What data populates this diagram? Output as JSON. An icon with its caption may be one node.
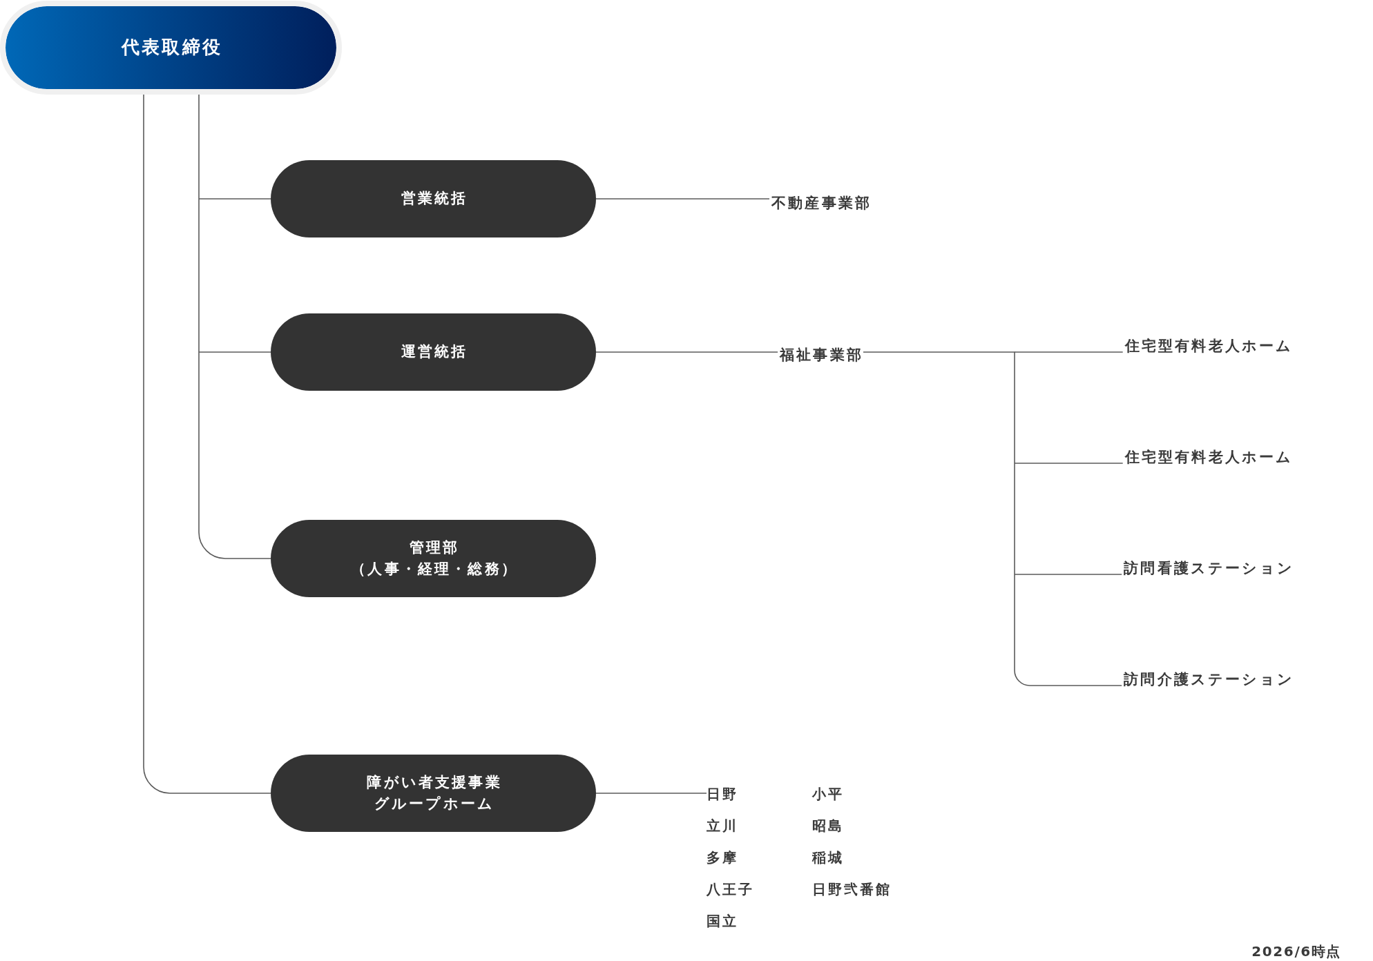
{
  "diagram": {
    "nodes": [
      {
        "text": [
          "代表取締役"
        ]
      },
      {
        "text": [
          "営業統括"
        ]
      },
      {
        "text": [
          "不動産事業部"
        ]
      },
      {
        "text": [
          "運営統括"
        ]
      },
      {
        "text": [
          "福祉事業部"
        ]
      },
      {
        "text": [
          "住宅型有料老人ホーム"
        ]
      },
      {
        "text": [
          "住宅型有料老人ホーム"
        ]
      },
      {
        "text": [
          "訪問看護ステーション"
        ]
      },
      {
        "text": [
          "訪問介護ステーション"
        ]
      },
      {
        "text": [
          "管理部",
          "（人事・経理・総務）"
        ]
      },
      {
        "text": [
          "障がい者支援事業",
          "グループホーム"
        ]
      },
      {
        "text": [
          "日野",
          "小平",
          "立川",
          "昭島",
          "多摩",
          "稲城",
          "八王子",
          "日野弐番館",
          "国立"
        ]
      }
    ],
    "edges": [
      {
        "from": 0,
        "to": 1,
        "arrow": "none"
      },
      {
        "from": 0,
        "to": 3,
        "arrow": "none"
      },
      {
        "from": 0,
        "to": 9,
        "arrow": "none"
      },
      {
        "from": 0,
        "to": 10,
        "arrow": "none"
      },
      {
        "from": 1,
        "to": 2,
        "arrow": "none"
      },
      {
        "from": 3,
        "to": 4,
        "arrow": "none"
      },
      {
        "from": 4,
        "to": 5,
        "arrow": "none"
      },
      {
        "from": 4,
        "to": 6,
        "arrow": "none"
      },
      {
        "from": 4,
        "to": 7,
        "arrow": "none"
      },
      {
        "from": 4,
        "to": 8,
        "arrow": "none"
      },
      {
        "from": 10,
        "to": 11,
        "arrow": "none"
      }
    ],
    "labels": [
      "2026/6時点"
    ]
  }
}
